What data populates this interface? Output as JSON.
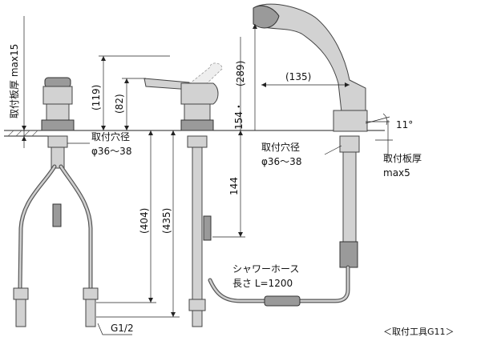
{
  "labels": {
    "mount_thickness_max15": "取付板厚 max15",
    "mount_hole_left_line1": "取付穴径",
    "mount_hole_left_line2": "φ36～38",
    "dim_119": "(119)",
    "dim_82": "(82)",
    "dim_404": "(404)",
    "dim_435": "(435)",
    "dim_289": "(289)",
    "dim_154": "154・",
    "dim_144": "144",
    "dim_135": "(135)",
    "angle_11": "11°",
    "mount_hole_right_line1": "取付穴径",
    "mount_hole_right_line2": "φ36～38",
    "mount_thickness_right_line1": "取付板厚",
    "mount_thickness_right_line2": "max5",
    "shower_hose_line1": "シャワーホース",
    "shower_hose_line2": "長さ L=1200",
    "thread_g12": "G1/2",
    "tool_note": "＜取付工具G11＞"
  }
}
